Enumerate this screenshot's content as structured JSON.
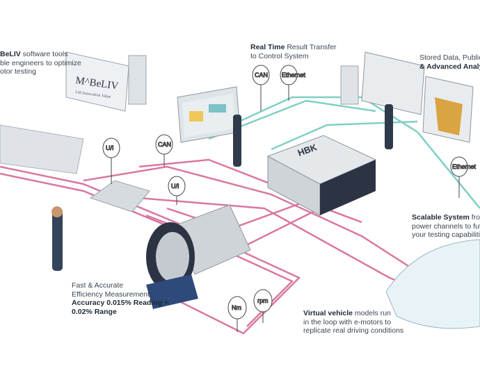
{
  "callouts": {
    "mobeliv": {
      "bold": "BeLIV",
      "line1_rest": " software tools",
      "line2": "ble engineers to optimize",
      "line3": "otor testing"
    },
    "realtime": {
      "bold": "Real Time",
      "line1_rest": " Result Transfer",
      "line2": "to Control System"
    },
    "stored": {
      "line1": "Stored Data, Public Ec",
      "bold": "& Advanced Analysis"
    },
    "scalable": {
      "bold": "Scalable System",
      "line1_rest": " from 3",
      "line2": "power channels to futur",
      "line3": "your testing capabilities"
    },
    "accuracy": {
      "line1": "Fast & Accurate",
      "line2": "Efficiency Measurements:",
      "bold1": "Accuracy 0.015% Reading +",
      "bold2": "0.02% Range"
    },
    "virtual": {
      "bold": "Virtual vehicle",
      "line1_rest": " models run",
      "line2": "in the loop with e-motors to",
      "line3": "replicate real driving conditions"
    }
  },
  "signal_labels": {
    "ui_1": "U/I",
    "can_1": "CAN",
    "ui_2": "U/I",
    "can_2": "CAN",
    "eth_1": "Ethernet",
    "eth_2": "Ethernet",
    "nm": "Nm",
    "rpm": "rpm"
  },
  "logos": {
    "mobeliv": "M^BeLIV",
    "mobeliv_tag": "Lift Innovation Value",
    "hbk": "HBK"
  },
  "colors": {
    "power_line": "#d46a9a",
    "data_line": "#6fc7bd",
    "device": "#c9ced4"
  }
}
